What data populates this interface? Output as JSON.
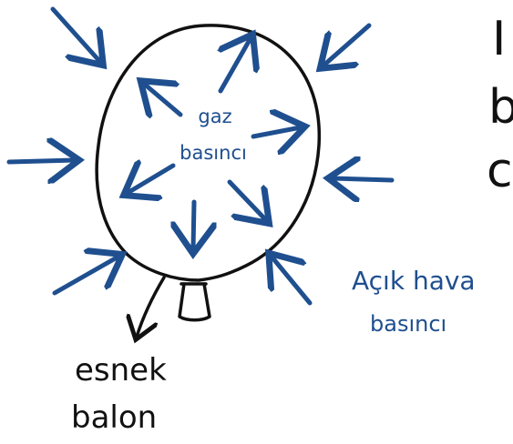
{
  "inner_label_line1": "gaz",
  "inner_label_line2": "basıncı",
  "outer_label_line1": "Açık hava",
  "outer_label_line2": "basıncı",
  "balloon_label_line1": "esnek",
  "balloon_label_line2": "balon",
  "cut_off_text": [
    "I",
    "b",
    "c"
  ],
  "colors": {
    "arrow": "#1f4f8f",
    "outline": "#111111"
  }
}
